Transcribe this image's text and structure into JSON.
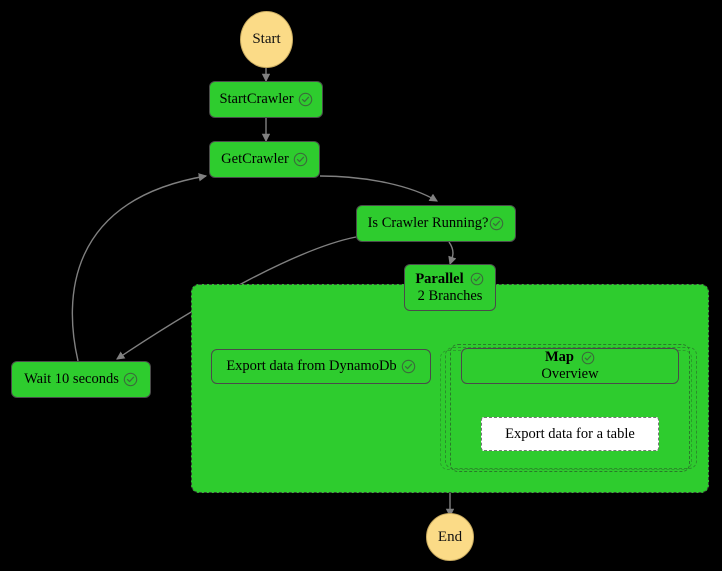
{
  "diagram": {
    "title": "AWS Step Functions state machine graph",
    "background_color": "#000000",
    "node_color": "#2ecc2e",
    "terminal_color": "#fbdb87",
    "edge_color": "#808080",
    "white_box_color": "#ffffff"
  },
  "nodes": {
    "start": {
      "label": "Start"
    },
    "start_crawler": {
      "label": "StartCrawler",
      "icon": "check-circle-icon"
    },
    "get_crawler": {
      "label": "GetCrawler",
      "icon": "check-circle-icon"
    },
    "is_crawler_running": {
      "label": "Is Crawler Running?",
      "icon": "check-circle-icon"
    },
    "wait_10_seconds": {
      "label": "Wait 10 seconds",
      "icon": "check-circle-icon"
    },
    "parallel": {
      "label": "Parallel",
      "sublabel": "2 Branches",
      "icon": "check-circle-icon"
    },
    "export_dynamodb": {
      "label": "Export data from DynamoDb",
      "icon": "check-circle-icon"
    },
    "map": {
      "label": "Map",
      "sublabel": "Overview",
      "icon": "check-circle-icon"
    },
    "export_table": {
      "label": "Export data for a table"
    },
    "end": {
      "label": "End"
    }
  }
}
